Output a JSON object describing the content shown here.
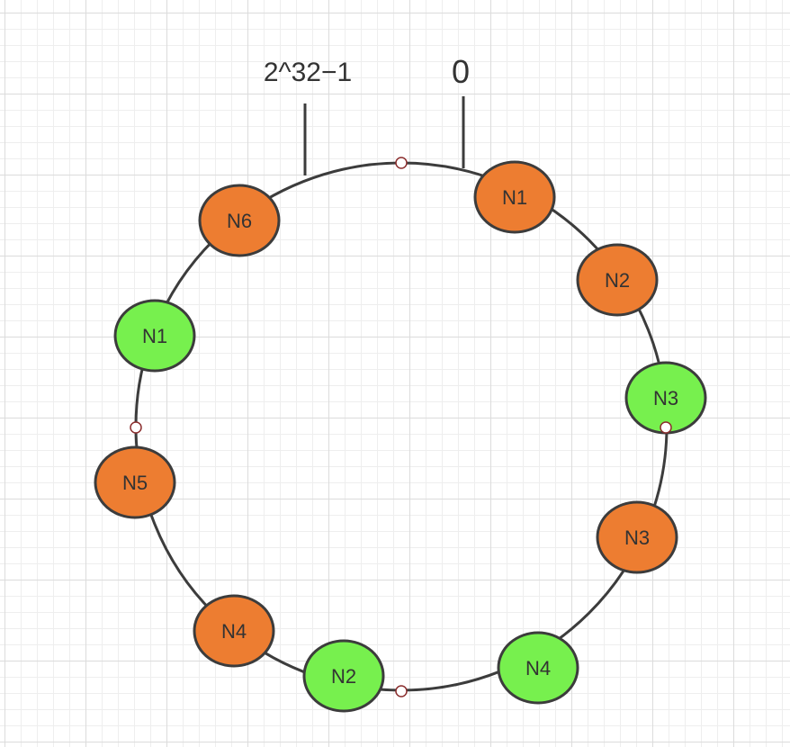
{
  "labels": {
    "max_value": "2^32−1",
    "zero_value": "0"
  },
  "colors": {
    "physical_node": "#ed7d31",
    "virtual_node": "#77f04e",
    "stroke": "#3c3c3c",
    "marker_stroke": "#8b2e2e"
  },
  "nodes": [
    {
      "name": "n1-orange",
      "label": "N1",
      "kind": "physical"
    },
    {
      "name": "n2-orange",
      "label": "N2",
      "kind": "physical"
    },
    {
      "name": "n3-green",
      "label": "N3",
      "kind": "virtual"
    },
    {
      "name": "n3-orange",
      "label": "N3",
      "kind": "physical"
    },
    {
      "name": "n4-green",
      "label": "N4",
      "kind": "virtual"
    },
    {
      "name": "n2-green",
      "label": "N2",
      "kind": "virtual"
    },
    {
      "name": "n4-orange",
      "label": "N4",
      "kind": "physical"
    },
    {
      "name": "n5-orange",
      "label": "N5",
      "kind": "physical"
    },
    {
      "name": "n1-green",
      "label": "N1",
      "kind": "virtual"
    },
    {
      "name": "n6-orange",
      "label": "N6",
      "kind": "physical"
    }
  ]
}
